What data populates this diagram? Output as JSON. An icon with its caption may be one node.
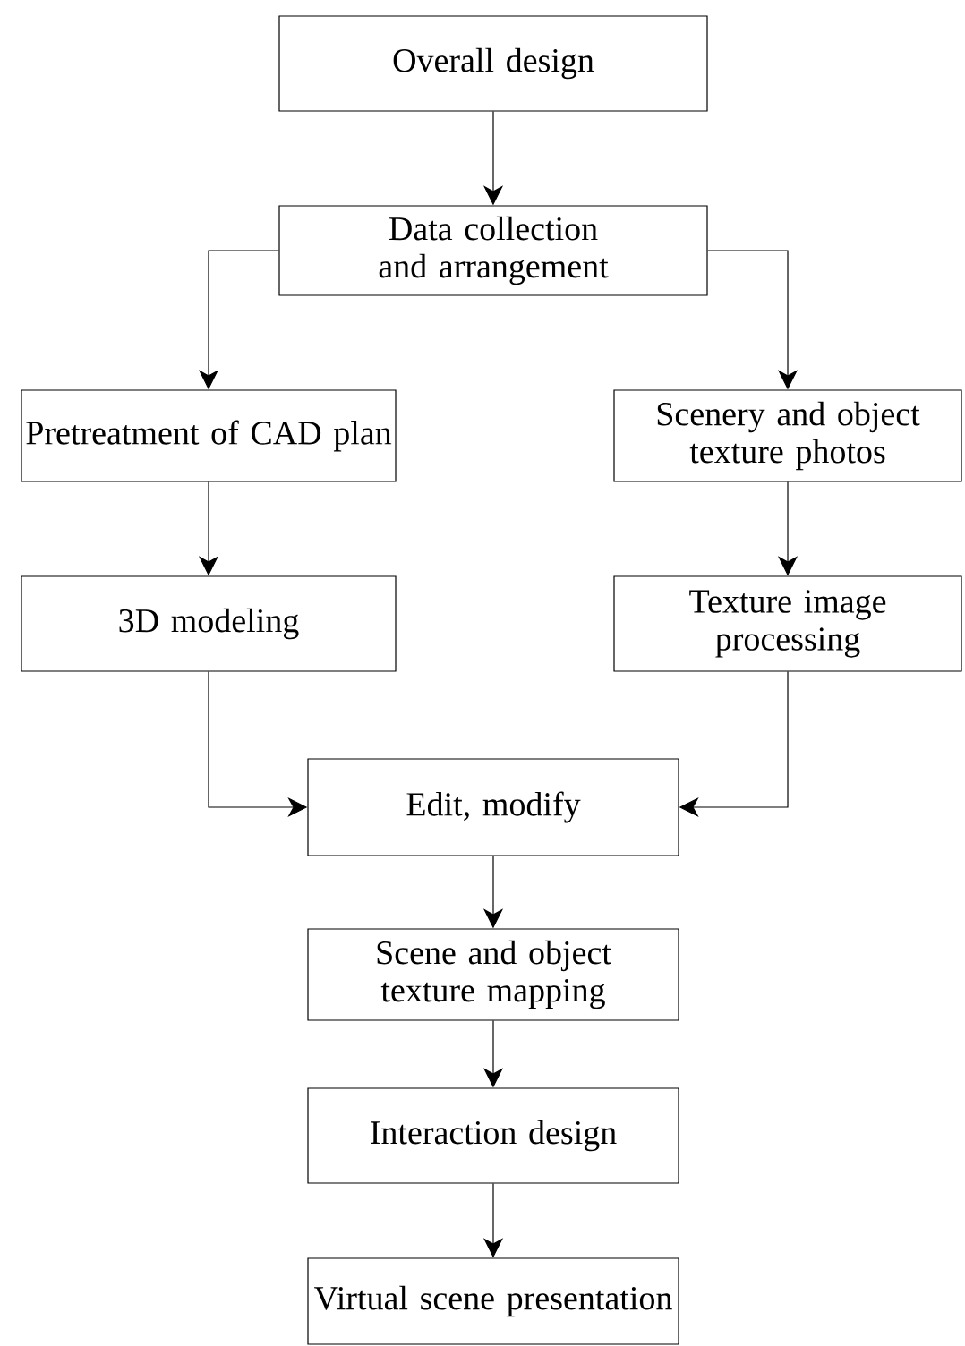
{
  "diagram": {
    "nodes": [
      {
        "text": [
          "Overall design"
        ]
      },
      {
        "text": [
          "Data collection and arrangement"
        ]
      },
      {
        "text": [
          "Pretreatment of CAD plan"
        ]
      },
      {
        "text": [
          "Scenery and object texture photos"
        ]
      },
      {
        "text": [
          "3D modeling"
        ]
      },
      {
        "text": [
          "Texture image processing"
        ]
      },
      {
        "text": [
          "Edit, modify"
        ]
      },
      {
        "text": [
          "Scene and object texture mapping"
        ]
      },
      {
        "text": [
          "Interaction design"
        ]
      },
      {
        "text": [
          "Virtual scene presentation"
        ]
      }
    ],
    "edges": [
      {
        "from": 0,
        "to": 1,
        "arrow": "to"
      },
      {
        "from": 1,
        "to": 2,
        "arrow": "to"
      },
      {
        "from": 1,
        "to": 3,
        "arrow": "to"
      },
      {
        "from": 2,
        "to": 4,
        "arrow": "to"
      },
      {
        "from": 3,
        "to": 5,
        "arrow": "to"
      },
      {
        "from": 4,
        "to": 6,
        "arrow": "to"
      },
      {
        "from": 5,
        "to": 6,
        "arrow": "to"
      },
      {
        "from": 6,
        "to": 7,
        "arrow": "to"
      },
      {
        "from": 7,
        "to": 8,
        "arrow": "to"
      },
      {
        "from": 8,
        "to": 9,
        "arrow": "to"
      }
    ]
  }
}
